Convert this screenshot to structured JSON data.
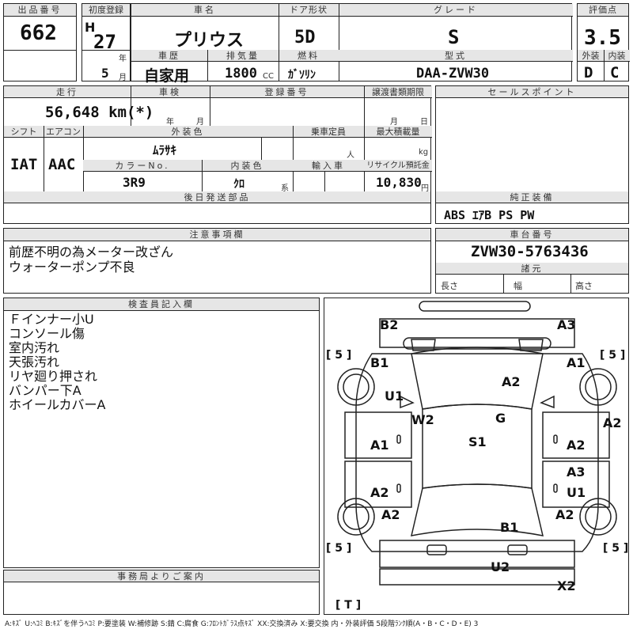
{
  "header": {
    "lot_label": "出品番号",
    "lot_no": "662",
    "first_reg_label": "初度登録",
    "era": "H",
    "reg_year": "27",
    "year_unit": "年",
    "reg_month": "5",
    "month_unit": "月",
    "name_label": "車名",
    "car_name": "プリウス",
    "door_label": "ドア形状",
    "door": "5D",
    "grade_label": "グレード",
    "grade": "S",
    "score_label": "評価点",
    "score": "3.5",
    "history_label": "車歴",
    "history": "自家用",
    "displacement_label": "排気量",
    "displacement": "1800",
    "cc": "CC",
    "fuel_label": "燃料",
    "fuel": "ｶﾞｿﾘﾝ",
    "model_label": "型式",
    "model": "DAA-ZVW30",
    "ext_label": "外装",
    "ext": "D",
    "int_label": "内装",
    "int": "C"
  },
  "mid": {
    "mileage_label": "走行",
    "mileage": "56,648 km(*)",
    "inspection_label": "車検",
    "year_unit": "年",
    "month_unit": "月",
    "plate_label": "登録番号",
    "transfer_label": "譲渡書類期限",
    "day_unit": "日",
    "shift_label": "シフト",
    "shift": "IAT",
    "ac_label": "エアコン",
    "ac": "AAC",
    "ext_color_label": "外装色",
    "ext_color": "ﾑﾗｻｷ",
    "capacity_label": "乗車定員",
    "capacity_unit": "人",
    "load_label": "最大積載量",
    "load_unit": "kg",
    "color_no_label": "カラーNo.",
    "color_no": "3R9",
    "int_color_label": "内装色",
    "int_color": "ｸﾛ",
    "int_color_unit": "系",
    "import_label": "輸入車",
    "recycle_label": "リサイクル預託金",
    "recycle": "10,830",
    "yen": "円",
    "later_label": "後日発送部品",
    "sales_label": "セールスポイント",
    "equip_label": "純正装備",
    "equip": "ABS ｴｱB PS PW"
  },
  "caution": {
    "label": "注意事項欄",
    "lines": [
      "前歴不明の為メーター改ざん",
      "ウォーターポンプ不良"
    ]
  },
  "chassis": {
    "label": "車台番号",
    "value": "ZVW30-5763436",
    "spec_label": "諸元",
    "length": "長さ",
    "width": "幅",
    "height": "高さ"
  },
  "inspector": {
    "label": "検査員記入欄",
    "lines": [
      "Ｆインナー小U",
      "コンソール傷",
      "室内汚れ",
      "天張汚れ",
      "リヤ廻り押され",
      "バンパー下A",
      "ホイールカバーA"
    ]
  },
  "office": {
    "label": "事務局よりご案内"
  },
  "diagram": {
    "labels": [
      "B2",
      "A3",
      "B1",
      "A1",
      "U1",
      "A2",
      "W2",
      "G",
      "A2",
      "S1",
      "A1",
      "A2",
      "A3",
      "A2",
      "U1",
      "A2",
      "A2",
      "B1",
      "U2",
      "X2"
    ],
    "tire_marks": [
      "[ 5 ]",
      "[ 5 ]",
      "[ 5 ]",
      "[ 5 ]",
      "[ T ]"
    ]
  },
  "legend": "A:ｷｽﾞ  U:ﾍｺﾐ  B:ｷｽﾞを伴うﾍｺﾐ  P:要塗装  W:補修跡  S:錆  C:腐食  G:ﾌﾛﾝﾄｶﾞﾗｽ点ｷｽﾞ  XX:交換済み  X:要交換   内・外装評価  5段階ﾗﾝｸ順(A・B・C・D・E) 3"
}
